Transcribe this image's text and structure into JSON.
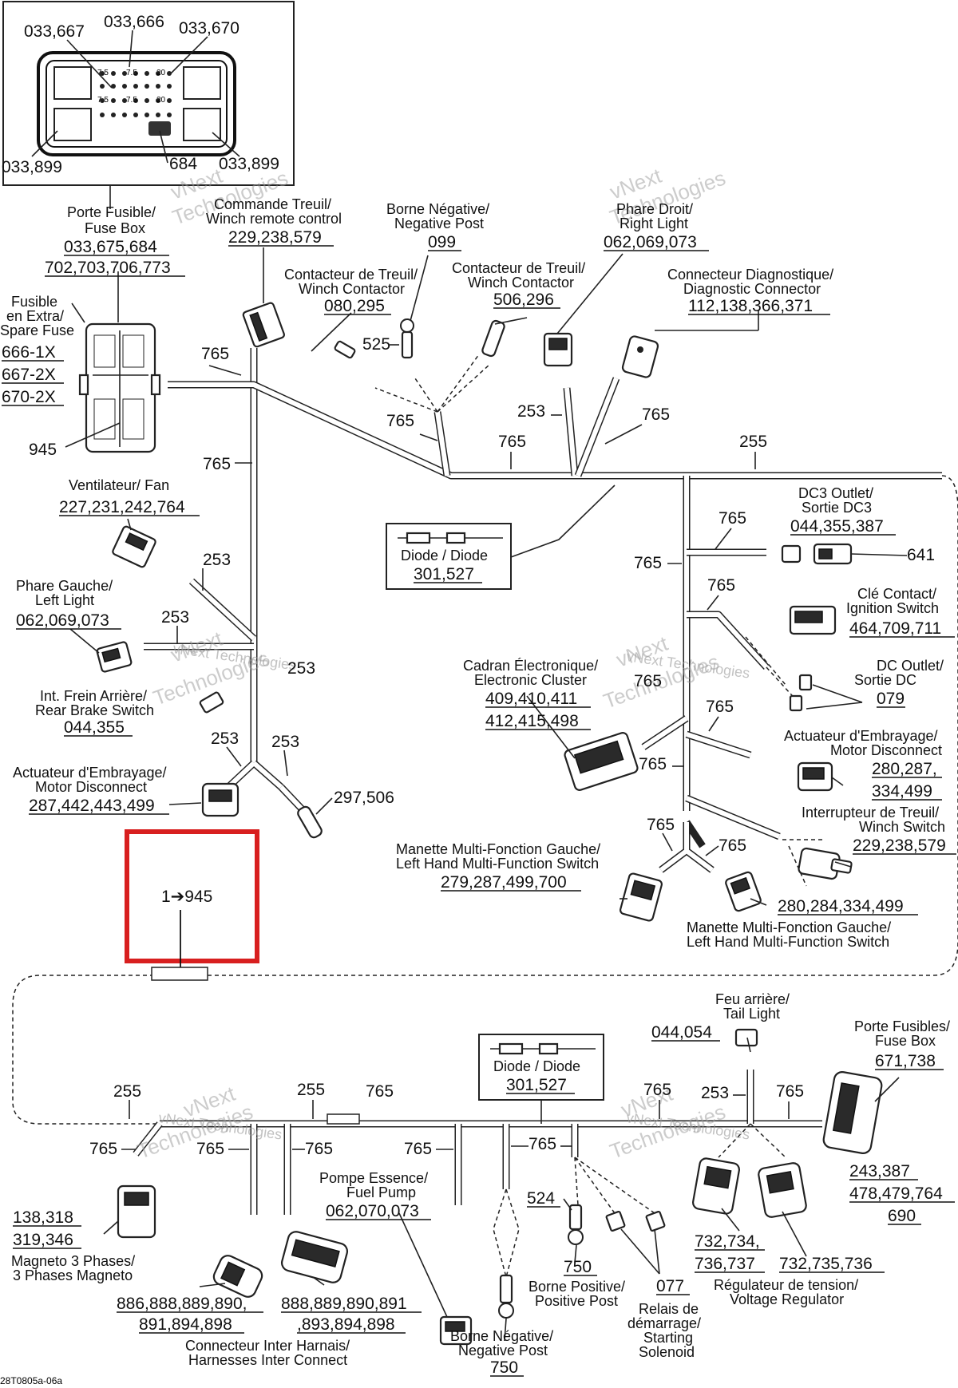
{
  "fuse_inset": {
    "parts": [
      "033,667",
      "033,666",
      "033,670",
      "033,899",
      "684",
      "033,899"
    ],
    "fuse_ratings": [
      "7.5",
      "7.5",
      "20",
      "7.5",
      "7.5",
      "20"
    ]
  },
  "watermark": {
    "line1": "vNext",
    "line2": "Technologies",
    "inline": "vNext Technologies"
  },
  "labels": {
    "fuse_box_fr": "Porte Fusible/",
    "fuse_box_en": "Fuse Box",
    "fuse_box_parts1": "033,675,684",
    "fuse_box_parts2": "702,703,706,773",
    "spare_fr1": "Fusible",
    "spare_fr2": "en Extra/",
    "spare_en": "Spare Fuse",
    "spare_p1": "666-1X",
    "spare_p2": "667-2X",
    "spare_p3": "670-2X",
    "fuse_945": "945",
    "winch_remote_fr": "Commande Treuil/",
    "winch_remote_en": "Winch remote control",
    "winch_remote_parts": "229,238,579",
    "neg_post_fr": "Borne Négative/",
    "neg_post_en": "Negative Post",
    "neg_post_part": "099",
    "right_light_fr": "Phare Droit/",
    "right_light_en": "Right Light",
    "right_light_parts": "062,069,073",
    "winch_cont1_fr": "Contacteur de Treuil/",
    "winch_cont1_en": "Winch Contactor",
    "winch_cont1_parts": "080,295",
    "winch_cont2_fr": "Contacteur de Treuil/",
    "winch_cont2_en": "Winch Contactor",
    "winch_cont2_parts": "506,296",
    "diag_fr": "Connecteur Diagnostique/",
    "diag_en": "Diagnostic Connector",
    "diag_parts": "112,138,366,371",
    "fan_fr": "Ventilateur/ Fan",
    "fan_parts": "227,231,242,764",
    "left_light_fr": "Phare Gauche/",
    "left_light_en": "Left Light",
    "left_light_parts": "062,069,073",
    "rear_brake_fr": "Int. Frein Arrière/",
    "rear_brake_en": "Rear Brake Switch",
    "rear_brake_parts": "044,355",
    "motor_disc_left_fr": "Actuateur d'Embrayage/",
    "motor_disc_left_en": "Motor Disconnect",
    "motor_disc_left_parts": "287,442,443,499",
    "part_297": "297,506",
    "diode_top": "Diode / Diode",
    "diode_top_parts": "301,527",
    "dc3_fr": "DC3 Outlet/",
    "dc3_en": "Sortie DC3",
    "dc3_parts": "044,355,387",
    "part_641": "641",
    "ignition_fr": "Clé Contact/",
    "ignition_en": "Ignition Switch",
    "ignition_parts": "464,709,711",
    "cluster_fr": "Cadran Électronique/",
    "cluster_en": "Electronic Cluster",
    "cluster_parts1": "409,410,411",
    "cluster_parts2": "412,415,498",
    "dc_outlet_fr": "DC Outlet/",
    "dc_outlet_en": "Sortie DC",
    "dc_outlet_parts": "079",
    "motor_disc_right_fr": "Actuateur d'Embrayage/",
    "motor_disc_right_en": "Motor Disconnect",
    "motor_disc_right_parts1": "280,287,",
    "motor_disc_right_parts2": "334,499",
    "winch_switch_fr": "Interrupteur de Treuil/",
    "winch_switch_en": "Winch Switch",
    "winch_switch_parts": "229,238,579",
    "lh_switch1_fr": "Manette Multi-Fonction Gauche/",
    "lh_switch1_en": "Left Hand Multi-Function Switch",
    "lh_switch1_parts": "279,287,499,700",
    "lh_switch2_parts": "280,284,334,499",
    "lh_switch2_fr": "Manette Multi-Fonction Gauche/",
    "lh_switch2_en": "Left Hand Multi-Function Switch",
    "highlight_text": "1➔945",
    "tail_fr": "Feu arrière/",
    "tail_en": "Tail Light",
    "tail_parts": "044,054",
    "fuse_box2_fr": "Porte Fusibles/",
    "fuse_box2_en": "Fuse Box",
    "fuse_box2_parts": "671,738",
    "diode_bottom": "Diode / Diode",
    "diode_bottom_parts": "301,527",
    "fb2_parts1": "243,387",
    "fb2_parts2": "478,479,764",
    "fb2_parts3": "690",
    "magneto_parts1": "138,318",
    "magneto_parts2": "319,346",
    "magneto_fr": "Magneto 3 Phases/",
    "magneto_en": "3 Phases Magneto",
    "fuel_pump_fr": "Pompe Essence/",
    "fuel_pump_en": "Fuel Pump",
    "fuel_pump_parts": "062,070,073",
    "part_524": "524",
    "part_750a": "750",
    "pos_post_fr": "Borne Positive/",
    "pos_post_en": "Positive Post",
    "part_077": "077",
    "relay_fr1": "Relais de",
    "relay_fr2": "démarrage/",
    "relay_en1": "Starting",
    "relay_en2": "Solenoid",
    "reg_parts1": "732,734,",
    "reg_parts2": "736,737",
    "reg_parts3": "732,735,736",
    "reg_fr": "Régulateur de tension/",
    "reg_en": "Voltage Regulator",
    "inter_parts1": "886,888,889,890,",
    "inter_parts2": "891,894,898",
    "inter_parts3": "888,889,890,891",
    "inter_parts4": ",893,894,898",
    "inter_fr": "Connecteur Inter Harnais/",
    "inter_en": "Harnesses Inter Connect",
    "neg_post2_fr": "Borne Négative/",
    "neg_post2_en": "Negative Post",
    "part_750b": "750",
    "figure_id": "28T0805a-06a"
  },
  "wire_codes": {
    "w765a": "765",
    "w765b": "765",
    "w765c": "765",
    "w765d": "765",
    "w765e": "765",
    "w765f": "765",
    "w765g": "765",
    "w765h": "765",
    "w765i": "765",
    "w765j": "765",
    "w765k": "765",
    "w765l": "765",
    "w765m": "765",
    "w525": "525",
    "w253a": "253",
    "w255a": "255",
    "w253b": "253",
    "w253c": "253",
    "w253d": "253",
    "w253e": "253",
    "w253f": "253",
    "b255a": "255",
    "b765a": "765",
    "b255b": "255",
    "b765b": "765",
    "b765c": "765",
    "b765d": "765",
    "b765e": "765",
    "b765f": "765",
    "b253": "253",
    "b765g": "765"
  }
}
